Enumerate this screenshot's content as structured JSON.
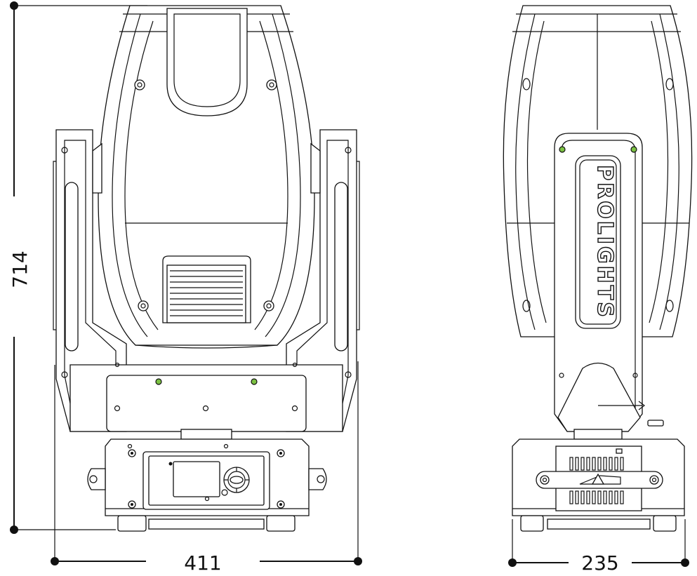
{
  "diagram": {
    "front_view": {
      "height_label": "714",
      "width_label": "411"
    },
    "side_view": {
      "depth_label": "235",
      "brand_text": "PROLIGHTS"
    },
    "colors": {
      "line": "#111111",
      "accent_led": "#7bc142",
      "background": "#ffffff"
    }
  }
}
